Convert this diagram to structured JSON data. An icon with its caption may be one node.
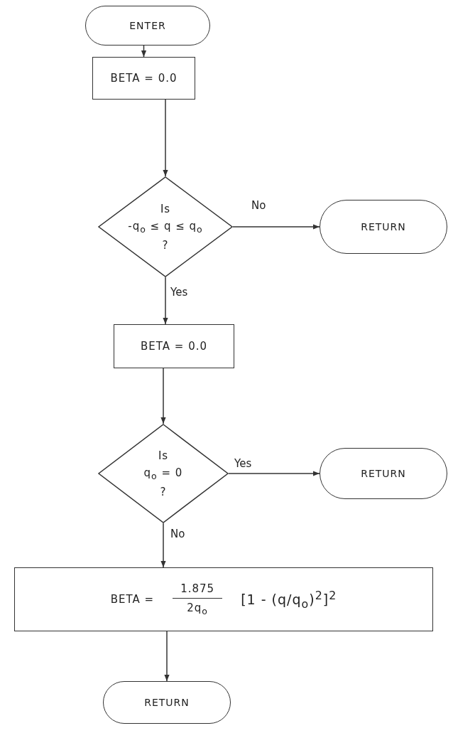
{
  "diagram": {
    "nodes": [
      {
        "text": [
          "ENTER"
        ]
      },
      {
        "text": [
          "BETA = 0.0"
        ]
      },
      {
        "text": [
          "Is",
          "-q$_{o}$ ≤ q ≤ q$_{o}$",
          "?"
        ]
      },
      {
        "text": [
          "RETURN"
        ]
      },
      {
        "text": [
          "BETA = 0.0"
        ]
      },
      {
        "text": [
          "Is",
          "q$_{o}$ = 0",
          "?"
        ]
      },
      {
        "text": [
          "RETURN"
        ]
      },
      {
        "text": [
          "BETA =",
          "1.875",
          "2q$_{o}$",
          "[1 - (q/q$_{o}$)$^{2}$]$^{2}$"
        ]
      },
      {
        "text": [
          "RETURN"
        ]
      }
    ],
    "edges": [
      {
        "from": 0,
        "to": 1,
        "arrow": "to"
      },
      {
        "from": 1,
        "to": 2,
        "arrow": "to"
      },
      {
        "from": 2,
        "to": 3,
        "arrow": "to",
        "label": "No"
      },
      {
        "from": 2,
        "to": 4,
        "arrow": "to",
        "label": "Yes"
      },
      {
        "from": 4,
        "to": 5,
        "arrow": "to"
      },
      {
        "from": 5,
        "to": 6,
        "arrow": "to",
        "label": "Yes"
      },
      {
        "from": 5,
        "to": 7,
        "arrow": "to",
        "label": "No"
      },
      {
        "from": 7,
        "to": 8,
        "arrow": "to"
      }
    ]
  }
}
